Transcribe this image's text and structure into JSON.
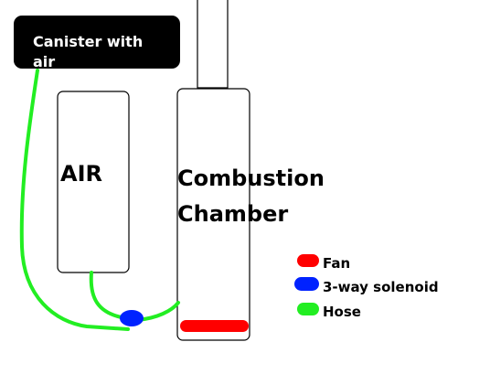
{
  "canister": {
    "label_line1": "Canister with",
    "label_line2": "air"
  },
  "air_tank": {
    "label": "AIR"
  },
  "chamber": {
    "label_line1": "Combustion",
    "label_line2": "Chamber"
  },
  "legend": {
    "items": [
      {
        "label": "Fan",
        "color": "#ff0000"
      },
      {
        "label": "3-way solenoid",
        "color": "#0022ff"
      },
      {
        "label": "Hose",
        "color": "#22ee22"
      }
    ]
  },
  "colors": {
    "hose": "#22ee22",
    "fan": "#ff0000",
    "solenoid": "#0022ff",
    "canister_fill": "#000000",
    "outline": "#000000"
  }
}
